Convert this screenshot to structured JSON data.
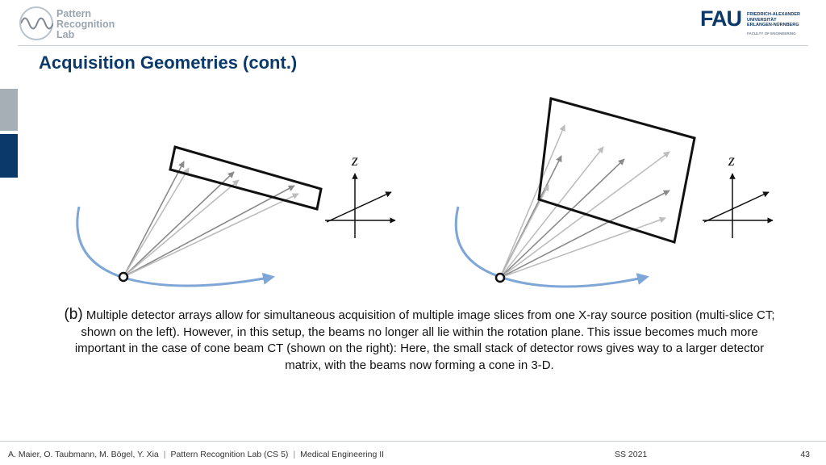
{
  "header": {
    "lab_logo_lines": [
      "Pattern",
      "Recognition",
      "Lab"
    ],
    "university_mark": "FAU",
    "university_lines": [
      "FRIEDRICH-ALEXANDER",
      "UNIVERSITÄT",
      "ERLANGEN-NÜRNBERG"
    ],
    "faculty": "FACULTY OF ENGINEERING"
  },
  "slide": {
    "title": "Acquisition Geometries (cont.)"
  },
  "figure": {
    "left_axis_label": "z",
    "right_axis_label": "z"
  },
  "caption": {
    "label": "(b)",
    "text": "Multiple detector arrays allow for simultaneous acquisition of multiple image slices from one X-ray source position (multi-slice CT; shown on the left). However, in this setup, the beams no longer all lie within the rotation plane. This issue becomes much more important in the case of cone beam CT (shown on the right): Here, the small stack of detector rows gives way to a larger detector matrix, with the beams now forming a cone in 3-D."
  },
  "footer": {
    "authors": "A. Maier, O. Taubmann, M. Bögel, Y. Xia",
    "lab": "Pattern Recognition Lab (CS 5)",
    "course": "Medical Engineering II",
    "term": "SS 2021",
    "page": "43"
  }
}
